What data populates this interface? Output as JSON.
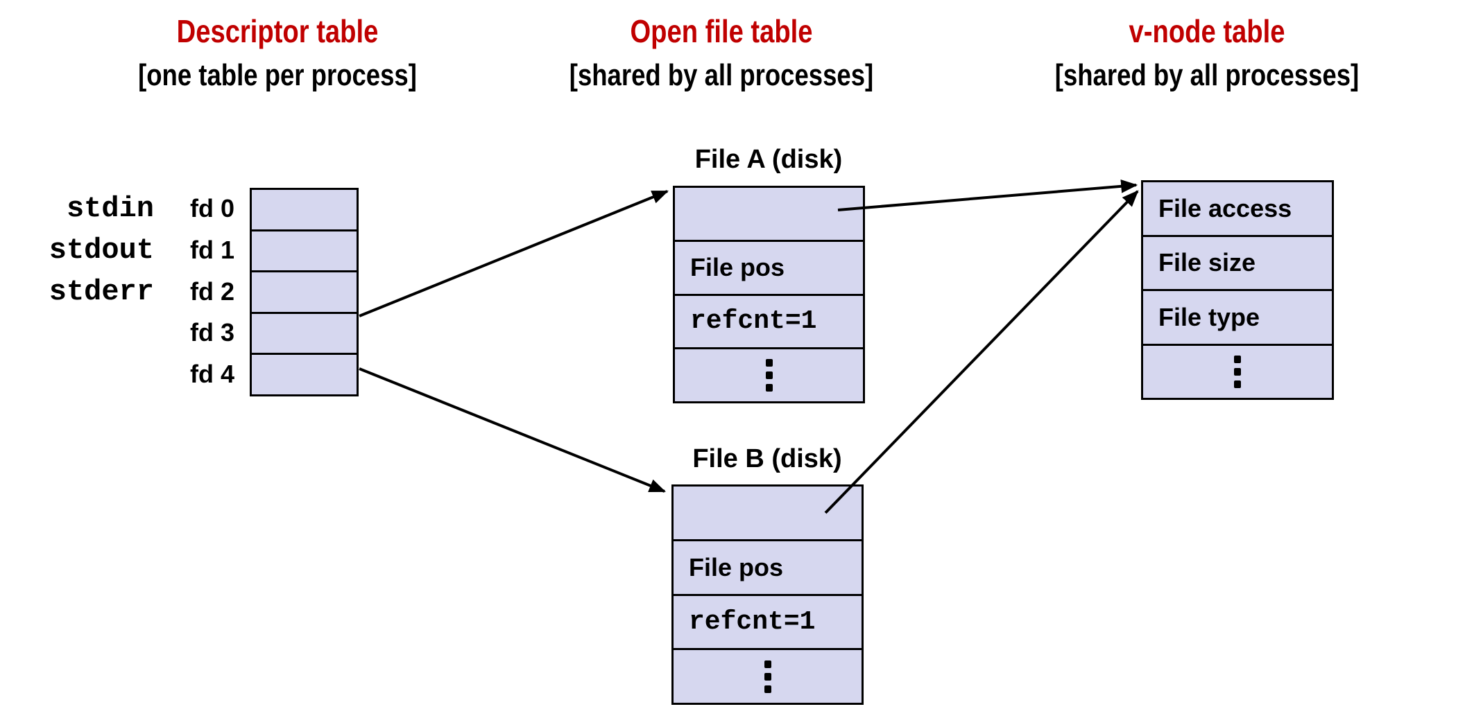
{
  "colors": {
    "background": "#ffffff",
    "cell_fill": "#d6d7ef",
    "border": "#000000",
    "title_red": "#c00000",
    "text": "#000000"
  },
  "columns": [
    {
      "title": "Descriptor table",
      "subtitle": "[one table per process]"
    },
    {
      "title": "Open file table",
      "subtitle": "[shared by all processes]"
    },
    {
      "title": "v-node table",
      "subtitle": "[shared by all processes]"
    }
  ],
  "descriptor_table": {
    "std_labels": [
      "stdin",
      "stdout",
      "stderr"
    ],
    "fd_labels": [
      "fd 0",
      "fd 1",
      "fd 2",
      "fd 3",
      "fd 4"
    ]
  },
  "open_file_tables": [
    {
      "title": "File A (disk)",
      "rows": [
        "",
        "File pos",
        "refcnt=1",
        "⋮"
      ]
    },
    {
      "title": "File B (disk)",
      "rows": [
        "",
        "File pos",
        "refcnt=1",
        "⋮"
      ]
    }
  ],
  "vnode_table": {
    "rows": [
      "File access",
      "File size",
      "File type",
      "⋮"
    ]
  },
  "connections": [
    {
      "from": "descriptor-table-fd3",
      "to": "open-file-table-a"
    },
    {
      "from": "descriptor-table-fd4",
      "to": "open-file-table-b"
    },
    {
      "from": "open-file-table-a",
      "to": "vnode-table"
    },
    {
      "from": "open-file-table-b",
      "to": "vnode-table"
    }
  ]
}
